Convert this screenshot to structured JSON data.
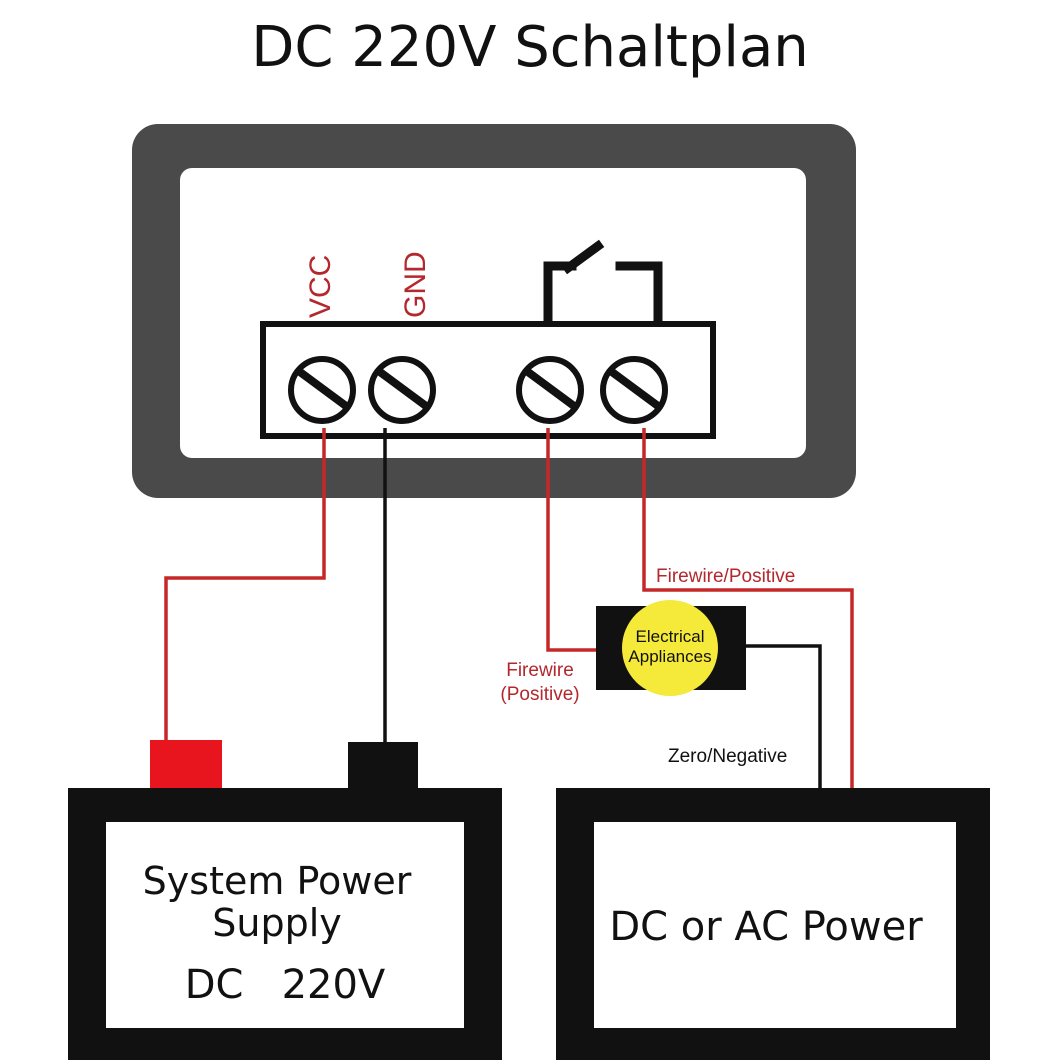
{
  "title": "DC 220V Schaltplan",
  "terminal_labels": {
    "vcc": "VCC",
    "gnd": "GND"
  },
  "appliance": {
    "line1": "Electrical",
    "line2": "Appliances"
  },
  "wire_labels": {
    "firewire_positive": "Firewire/Positive",
    "firewire_line1": "Firewire",
    "firewire_line2": "(Positive)",
    "zero_negative": "Zero/Negative"
  },
  "system_supply": {
    "line1": "System Power",
    "line2": "Supply",
    "line3": "DC   220V"
  },
  "dc_ac_power": {
    "label": "DC or AC Power"
  },
  "colors": {
    "frame": "#4a4a4a",
    "wire_positive": "#c62828",
    "wire_negative": "#111111",
    "appliance_circle": "#f5e93a",
    "positive_terminal": "#e8141e"
  }
}
